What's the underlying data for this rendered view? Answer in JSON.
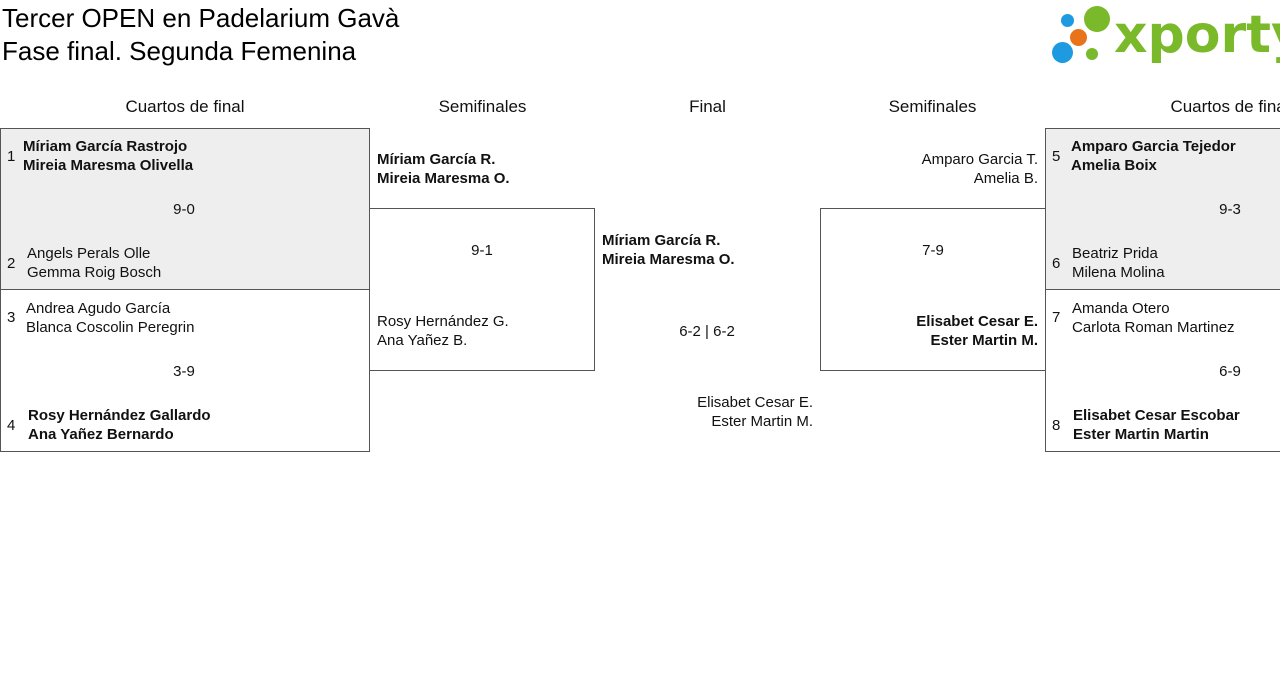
{
  "header": {
    "title_line1": "Tercer OPEN en Padelarium Gavà",
    "title_line2": "Fase final. Segunda Femenina",
    "logo_text": "xporty",
    "logo_colors": {
      "green": "#7ab929",
      "blue": "#1e9be0",
      "orange": "#e8731a"
    }
  },
  "rounds": {
    "qf_left": "Cuartos de final",
    "sf_left": "Semifinales",
    "final": "Final",
    "sf_right": "Semifinales",
    "qf_right": "Cuartos de final"
  },
  "qf_left": [
    {
      "seed_a": "1",
      "team_a": [
        "Míriam García Rastrojo",
        "Mireia Maresma Olivella"
      ],
      "score": "9-0",
      "seed_b": "2",
      "team_b": [
        "Angels Perals Olle",
        "Gemma Roig Bosch"
      ]
    },
    {
      "seed_a": "3",
      "team_a": [
        "Andrea Agudo García",
        "Blanca Coscolin Peregrin"
      ],
      "score": "3-9",
      "seed_b": "4",
      "team_b": [
        "Rosy Hernández Gallardo",
        "Ana Yañez Bernardo"
      ]
    }
  ],
  "sf_left": {
    "team_a": [
      "Míriam García R.",
      "Mireia Maresma O."
    ],
    "score": "9-1",
    "team_b": [
      "Rosy Hernández G.",
      "Ana Yañez B."
    ]
  },
  "final": {
    "team_a": [
      "Míriam García R.",
      "Mireia Maresma O."
    ],
    "score": "6-2 | 6-2",
    "team_b": [
      "Elisabet Cesar E.",
      "Ester Martin M."
    ]
  },
  "sf_right": {
    "team_a": [
      "Amparo Garcia T.",
      "Amelia B."
    ],
    "score": "7-9",
    "team_b": [
      "Elisabet Cesar E.",
      "Ester Martin M."
    ]
  },
  "qf_right": [
    {
      "seed_a": "5",
      "team_a": [
        "Amparo Garcia Tejedor",
        "Amelia Boix"
      ],
      "score": "9-3",
      "seed_b": "6",
      "team_b": [
        "Beatriz Prida",
        "Milena Molina"
      ]
    },
    {
      "seed_a": "7",
      "team_a": [
        "Amanda Otero",
        "Carlota Roman Martinez"
      ],
      "score": "6-9",
      "seed_b": "8",
      "team_b": [
        "Elisabet Cesar Escobar",
        "Ester Martin Martin"
      ]
    }
  ]
}
